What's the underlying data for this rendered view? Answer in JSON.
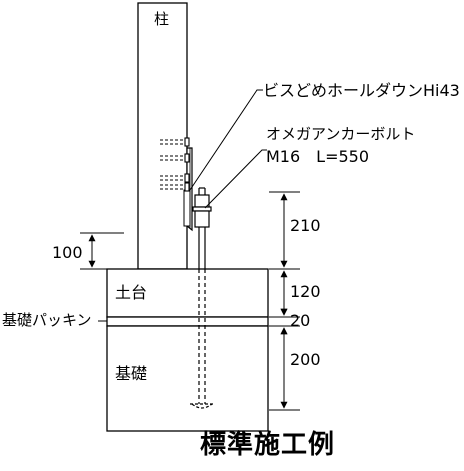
{
  "labels": {
    "column": "柱",
    "sill": "土台",
    "foundation": "基礎",
    "packing": "基礎パッキン",
    "holdown": "ビスどめホールダウンHi43",
    "anchor_line1": "オメガアンカーボルト",
    "anchor_line2": "M16　L=550"
  },
  "dimensions": {
    "d_210": "210",
    "d_120": "120",
    "d_20": "20",
    "d_200": "200",
    "d_100": "100"
  },
  "title": "標準施工例",
  "colors": {
    "line": "#000000",
    "background": "#ffffff"
  }
}
